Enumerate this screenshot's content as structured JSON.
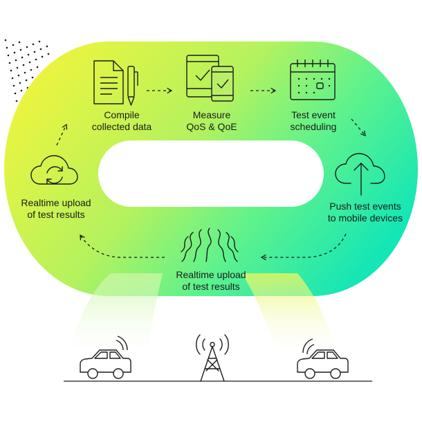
{
  "steps": {
    "compile": {
      "line1": "Compile",
      "line2": "collected data"
    },
    "measure": {
      "line1": "Measure",
      "line2": "QoS & QoE"
    },
    "schedule": {
      "line1": "Test event",
      "line2": "scheduling"
    },
    "push": {
      "line1": "Push test events",
      "line2": "to mobile devices"
    },
    "bottom": {
      "line1": "Realtime upload",
      "line2": "of test results"
    },
    "left": {
      "line1": "Realtime upload",
      "line2": "of test results"
    }
  },
  "colors": {
    "loop_yellow": "#f2f23a",
    "loop_green": "#5ef28a",
    "loop_teal": "#1ae8b4",
    "ink": "#1a1a1a"
  },
  "icons": [
    "document-pen-icon",
    "tablet-phone-check-icon",
    "calendar-icon",
    "cloud-upload-icon",
    "signal-waves-icon",
    "cloud-sync-icon",
    "car-icon",
    "cell-tower-icon"
  ]
}
